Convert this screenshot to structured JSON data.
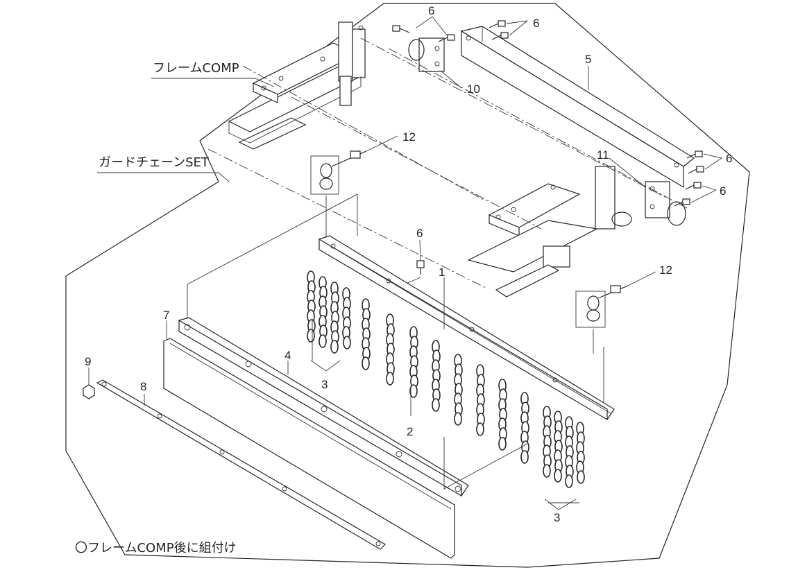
{
  "labels": {
    "frame_comp": "フレームCOMP",
    "guard_chain_set": "ガードチェーンSET",
    "note": "〇フレームCOMP後に組付け"
  },
  "parts": {
    "p1": "1",
    "p2": "2",
    "p3a": "3",
    "p3b": "3",
    "p4": "4",
    "p5": "5",
    "p6a": "6",
    "p6b": "6",
    "p6c": "6",
    "p6d": "6",
    "p6e": "6",
    "p7": "7",
    "p8": "8",
    "p9": "9",
    "p10": "10",
    "p11": "11",
    "p12a": "12",
    "p12b": "12"
  }
}
